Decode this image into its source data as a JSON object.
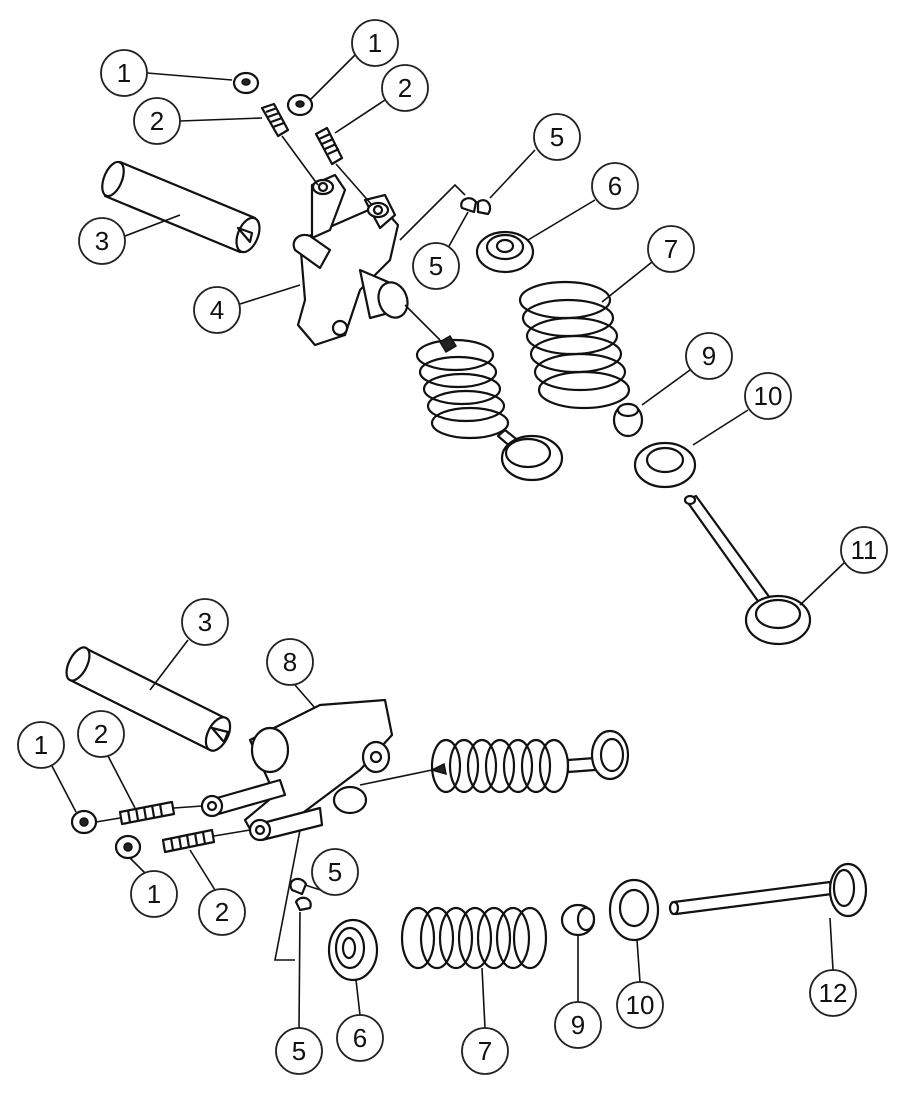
{
  "callouts": [
    {
      "label": "1"
    },
    {
      "label": "1"
    },
    {
      "label": "2"
    },
    {
      "label": "2"
    },
    {
      "label": "3"
    },
    {
      "label": "4"
    },
    {
      "label": "5"
    },
    {
      "label": "5"
    },
    {
      "label": "6"
    },
    {
      "label": "7"
    },
    {
      "label": "9"
    },
    {
      "label": "10"
    },
    {
      "label": "11"
    },
    {
      "label": "3"
    },
    {
      "label": "8"
    },
    {
      "label": "1"
    },
    {
      "label": "2"
    },
    {
      "label": "1"
    },
    {
      "label": "2"
    },
    {
      "label": "5"
    },
    {
      "label": "5"
    },
    {
      "label": "6"
    },
    {
      "label": "7"
    },
    {
      "label": "9"
    },
    {
      "label": "10"
    },
    {
      "label": "12"
    }
  ],
  "colors": {
    "line": "#111111",
    "background": "#ffffff"
  }
}
